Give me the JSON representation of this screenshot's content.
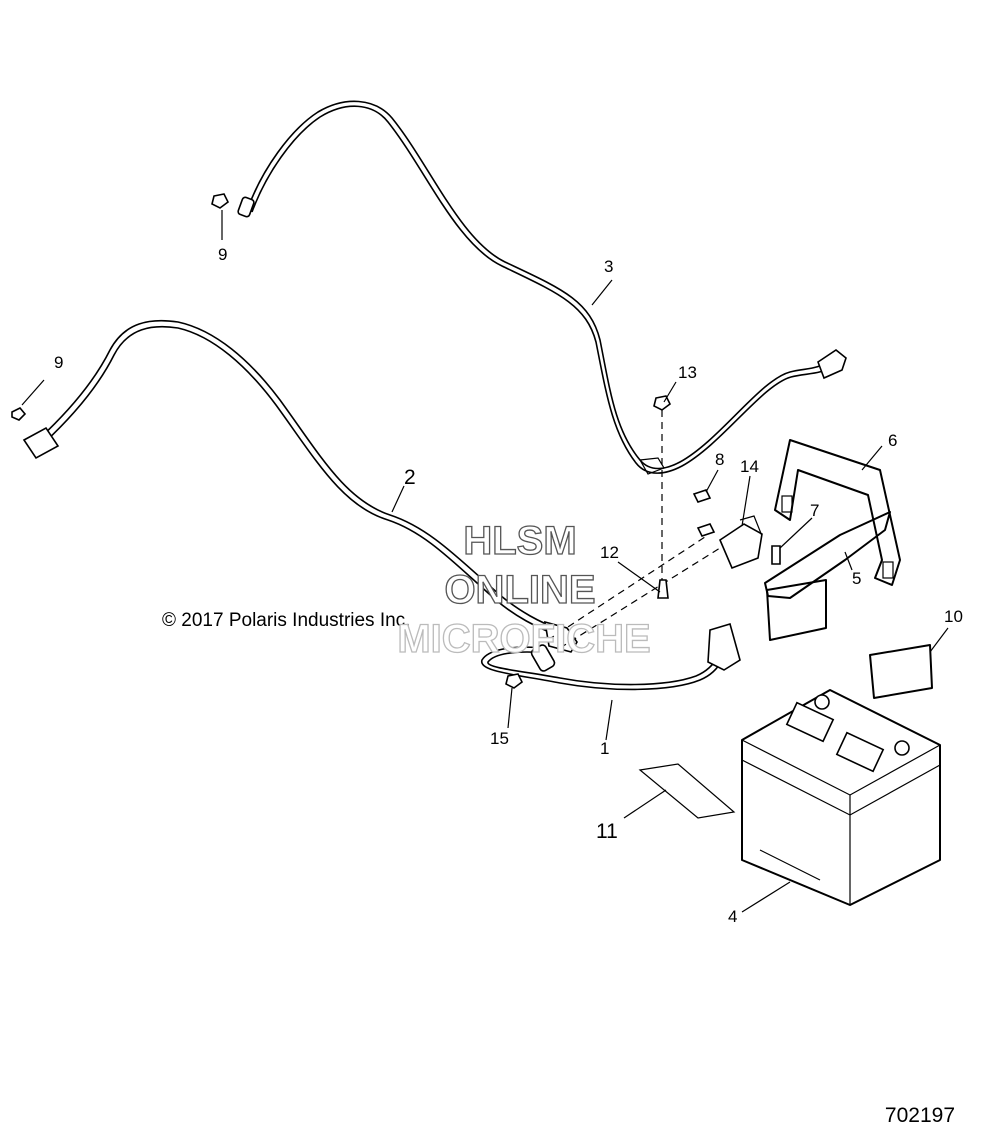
{
  "copyright": "© 2017 Polaris Industries Inc.",
  "watermark": {
    "line1": "HLSM",
    "line2": "ONLINE",
    "line3": "MICROFICHE"
  },
  "document_number": "702197",
  "callouts": {
    "c1": "1",
    "c2": "2",
    "c3": "3",
    "c4": "4",
    "c5": "5",
    "c6": "6",
    "c7": "7",
    "c8": "8",
    "c9a": "9",
    "c9b": "9",
    "c10": "10",
    "c11": "11",
    "c12": "12",
    "c13": "13",
    "c14": "14",
    "c15": "15"
  }
}
